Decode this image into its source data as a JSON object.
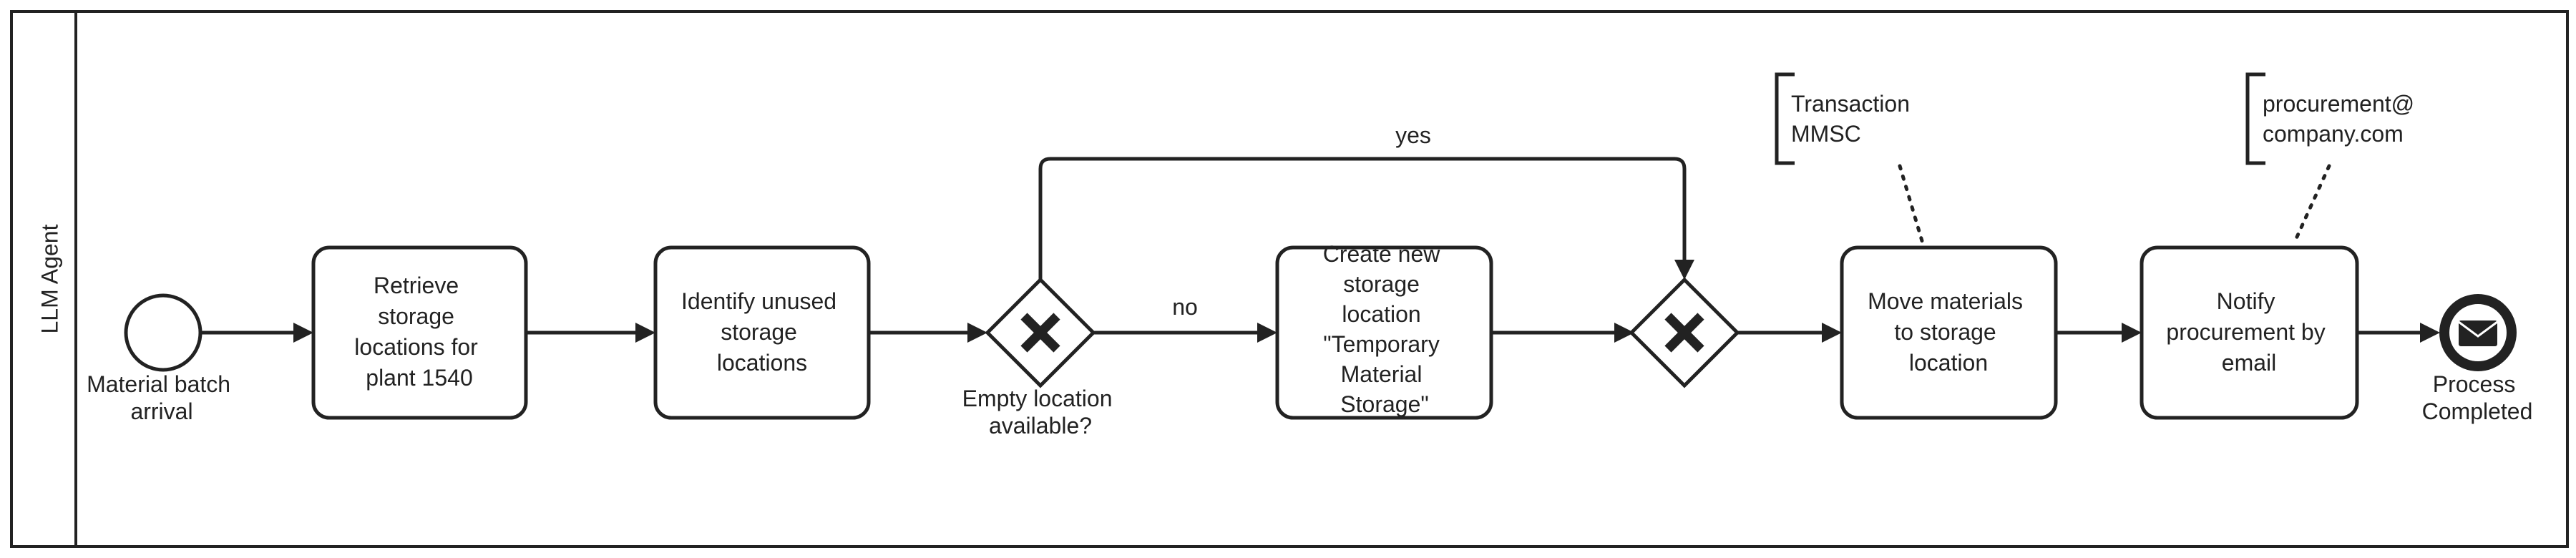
{
  "diagram": {
    "lane": {
      "label": "LLM Agent"
    },
    "start_event": {
      "label_lines": [
        "Material batch",
        "arrival"
      ]
    },
    "tasks": [
      {
        "id": "retrieve",
        "lines": [
          "Retrieve",
          "storage",
          "locations for",
          "plant 1540"
        ]
      },
      {
        "id": "identify",
        "lines": [
          "Identify unused",
          "storage",
          "locations"
        ]
      },
      {
        "id": "create",
        "lines": [
          "Create new",
          "storage",
          "location",
          "\"Temporary",
          "Material",
          "Storage\""
        ]
      },
      {
        "id": "move",
        "lines": [
          "Move materials",
          "to storage",
          "location"
        ]
      },
      {
        "id": "notify",
        "lines": [
          "Notify",
          "procurement by",
          "email"
        ]
      }
    ],
    "gateways": [
      {
        "id": "decision",
        "type": "exclusive",
        "label_lines": [
          "Empty location",
          "available?"
        ]
      },
      {
        "id": "merge",
        "type": "exclusive",
        "label_lines": []
      }
    ],
    "end_event": {
      "type": "message",
      "icon": "envelope-icon",
      "label_lines": [
        "Process",
        "Completed"
      ]
    },
    "edge_labels": {
      "yes": "yes",
      "no": "no"
    },
    "annotations": [
      {
        "id": "transaction",
        "lines": [
          "Transaction",
          "MMSC"
        ]
      },
      {
        "id": "email",
        "lines": [
          "procurement@",
          "company.com"
        ]
      }
    ]
  }
}
